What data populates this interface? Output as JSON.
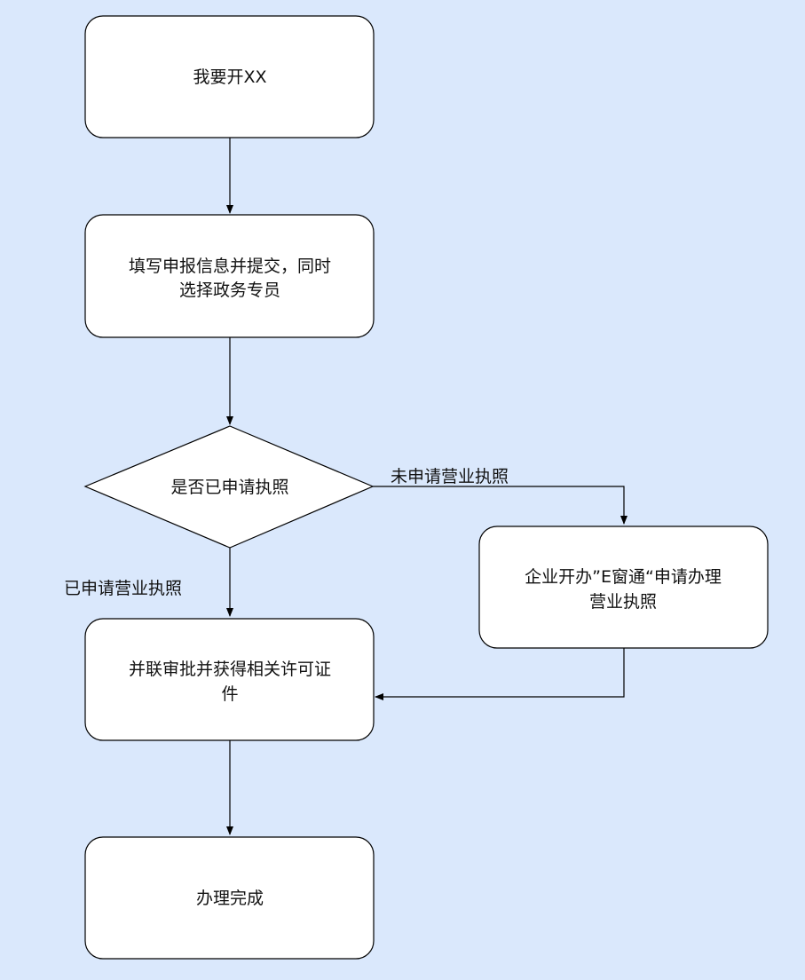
{
  "background_color": "#dae8fc",
  "node_fill": "#ffffff",
  "stroke_color": "#000000",
  "nodes": {
    "start": "我要开XX",
    "fill_info_line1": "填写申报信息并提交，同时",
    "fill_info_line2": "选择政务专员",
    "decision": "是否已申请执照",
    "apply_license_line1": "企业开办”E窗通“申请办理",
    "apply_license_line2": "营业执照",
    "parallel_line1": "并联审批并获得相关许可证",
    "parallel_line2": "件",
    "done": "办理完成"
  },
  "edges": {
    "no_license": "未申请营业执照",
    "has_license": "已申请营业执照"
  }
}
